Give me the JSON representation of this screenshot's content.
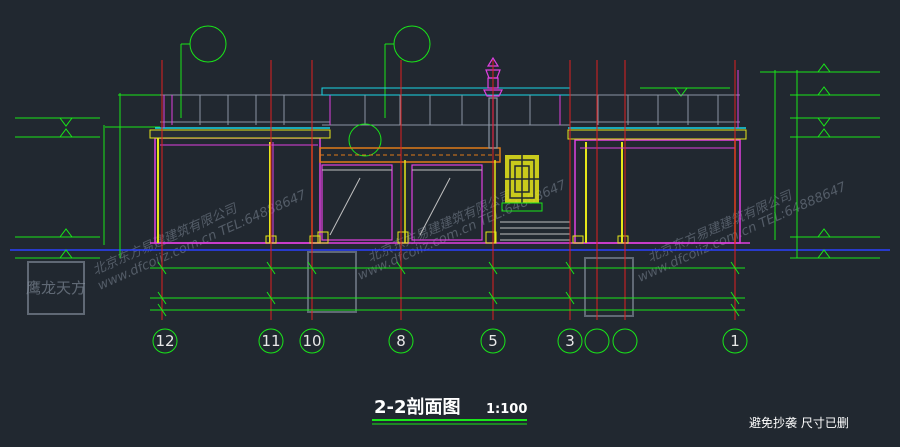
{
  "drawing": {
    "title": "2-2剖面图",
    "scale": "1:100",
    "note": "避免抄袭 尺寸已删"
  },
  "axes": [
    {
      "label": "12"
    },
    {
      "label": "11"
    },
    {
      "label": "10"
    },
    {
      "label": "8"
    },
    {
      "label": "5"
    },
    {
      "label": "3"
    },
    {
      "label": ""
    },
    {
      "label": ""
    },
    {
      "label": "1"
    }
  ],
  "watermark": {
    "seal": "鹰龙天方",
    "lines": [
      "北京东方易建建筑有限公司",
      "www.dfcoiiz.com.cn TEL:64888647"
    ]
  },
  "colors": {
    "background": "#212830",
    "dimension": "#19e619",
    "axis_red": "#e02020",
    "structure": "#e040e0",
    "wall_yellow": "#e6e619",
    "window_cyan": "#19d6e6",
    "wood_orange": "#e07a19",
    "ground_blue": "#2a40ff"
  }
}
